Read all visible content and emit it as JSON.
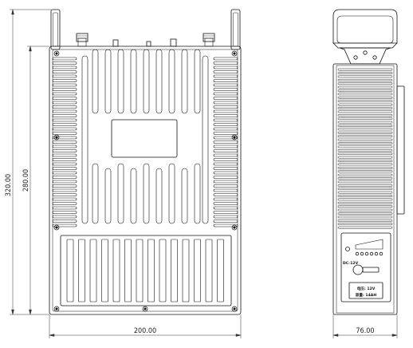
{
  "dimensions": {
    "front_width": "200.00",
    "front_height_outer": "320.00",
    "front_height_body": "280.00",
    "side_width": "76.00"
  },
  "side_panel": {
    "power_label": "DC-12V",
    "spec_voltage": "电压: 12V",
    "spec_capacity": "容量: 14AH"
  },
  "colors": {
    "line": "#111111",
    "dim_line": "#333333",
    "background": "#ffffff"
  }
}
